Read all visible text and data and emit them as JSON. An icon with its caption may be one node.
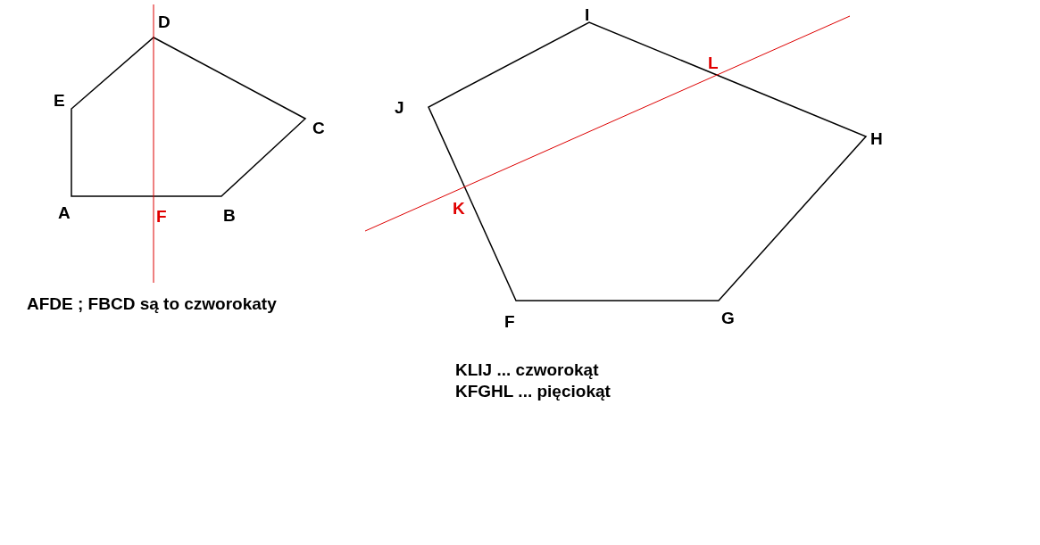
{
  "diagram": {
    "labels": [
      "D",
      "I",
      "L",
      "E",
      "J",
      "C",
      "H",
      "A",
      "F",
      "B",
      "K",
      "AFDE ; FBCD są to czworokaty",
      "F",
      "G",
      "KLIJ ... czworokąt",
      "KFGHL ... pięciokąt"
    ]
  }
}
